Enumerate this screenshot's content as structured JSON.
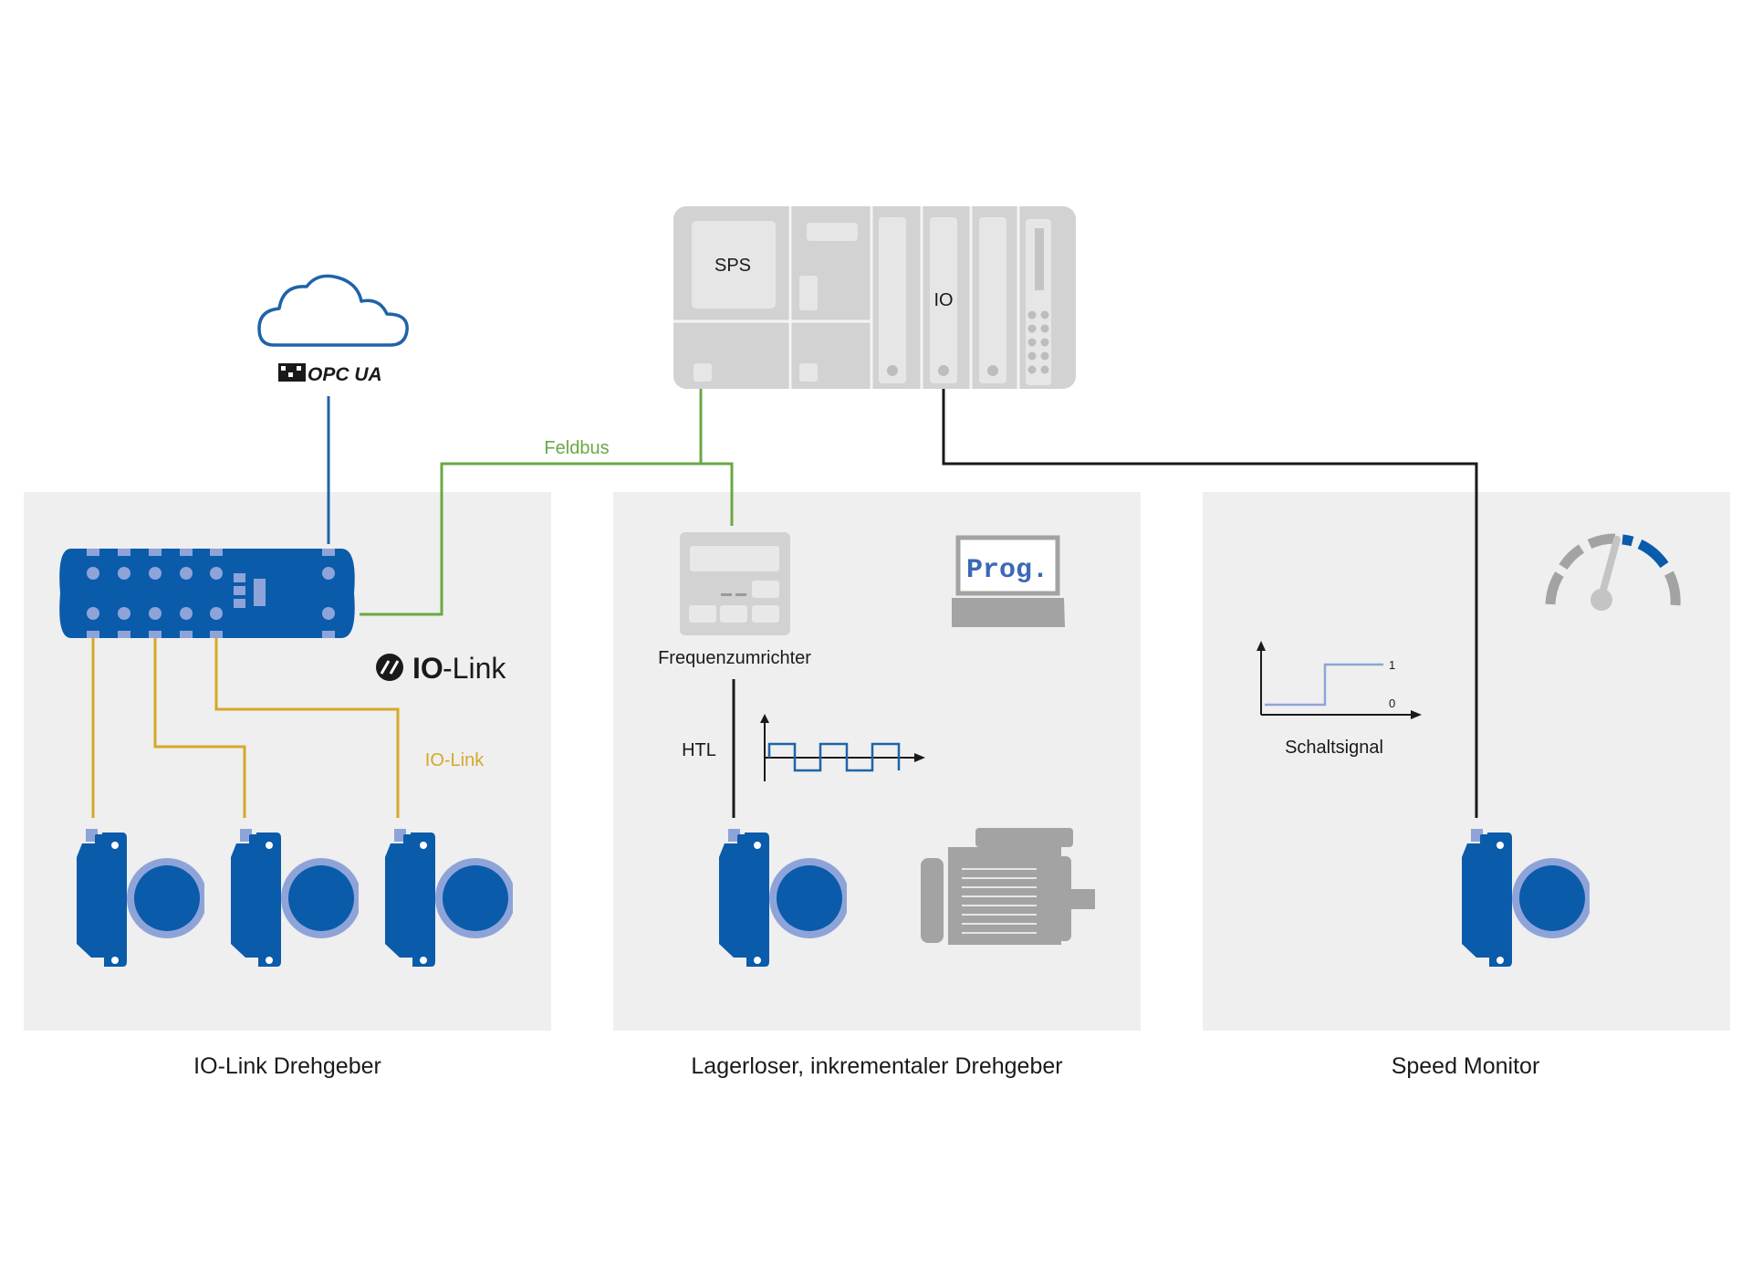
{
  "plc": {
    "cpu_label": "SPS",
    "io_label": "IO"
  },
  "cloud": {
    "protocol_logo": "OPC UA"
  },
  "buses": {
    "fieldbus_label": "Feldbus",
    "iolink_label": "IO-Link",
    "htl_label": "HTL"
  },
  "iolink_logo": {
    "text_bold": "IO",
    "text_regular": "-Link"
  },
  "inverter": {
    "label": "Frequenzumrichter"
  },
  "laptop": {
    "screen_text": "Prog."
  },
  "switch_signal": {
    "label": "Schaltsignal",
    "level_high": "1",
    "level_low": "0"
  },
  "panels": {
    "left_caption": "IO-Link Drehgeber",
    "middle_caption": "Lagerloser, inkrementaler Drehgeber",
    "right_caption": "Speed Monitor"
  },
  "colors": {
    "panel_bg": "#efefef",
    "device_blue": "#0b5bab",
    "ring_blue": "#8ea4d9",
    "fieldbus_green": "#6aa844",
    "iolink_yellow": "#d6a82a",
    "cloud_blue": "#1f63a8",
    "hardware_grey": "#d2d2d2",
    "motor_grey": "#a3a3a3",
    "wire_black": "#1a1a1a"
  }
}
